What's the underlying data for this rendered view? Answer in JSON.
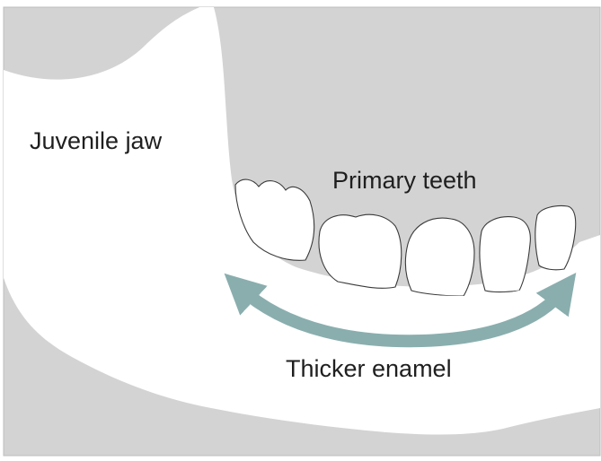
{
  "labels": {
    "jaw": "Juvenile jaw",
    "teeth": "Primary teeth",
    "enamel": "Thicker enamel"
  },
  "colors": {
    "background": "#d3d3d3",
    "jaw_fill": "#ffffff",
    "outline": "#3a3a3a",
    "arrow": "#8aaeae",
    "text": "#1f1f1f"
  },
  "icons": {
    "arrow": "curved-double-arrow-icon"
  }
}
